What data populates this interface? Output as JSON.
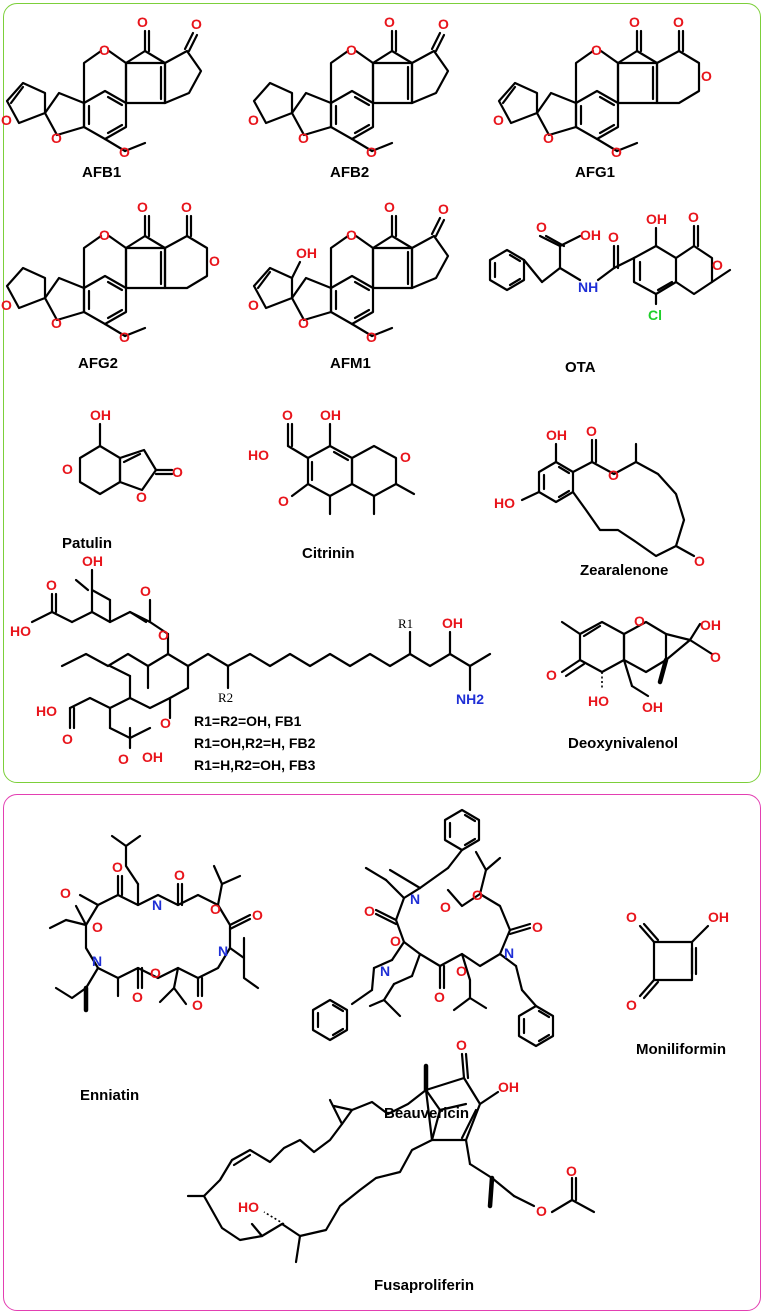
{
  "panels": {
    "a": {
      "compounds": {
        "afb1": "AFB1",
        "afb2": "AFB2",
        "afg1": "AFG1",
        "afg2": "AFG2",
        "afm1": "AFM1",
        "ota": "OTA",
        "patulin": "Patulin",
        "citrinin": "Citrinin",
        "zearalenone": "Zearalenone",
        "deoxynivalenol": "Deoxynivalenol"
      },
      "fumonisin_legend": [
        "R1=R2=OH,  FB1",
        "R1=OH,R2=H,  FB2",
        "R1=H,R2=OH,  FB3"
      ],
      "atoms": {
        "o": "O",
        "oh": "OH",
        "ho": "HO",
        "n": "N",
        "nh": "NH",
        "nh2": "NH2",
        "cl": "Cl",
        "r1": "R1",
        "r2": "R2"
      }
    },
    "b": {
      "compounds": {
        "enniatin": "Enniatin",
        "beauvericin": "Beauvericin",
        "moniliformin": "Moniliformin",
        "fusaproliferin": "Fusaproliferin"
      }
    }
  },
  "colors": {
    "panel_a_border": "#7ccf3a",
    "panel_b_border": "#e33fb2",
    "oxygen": "#e8141b",
    "nitrogen": "#1f2fd6",
    "chlorine": "#1fcf2a",
    "bond": "#000000"
  }
}
